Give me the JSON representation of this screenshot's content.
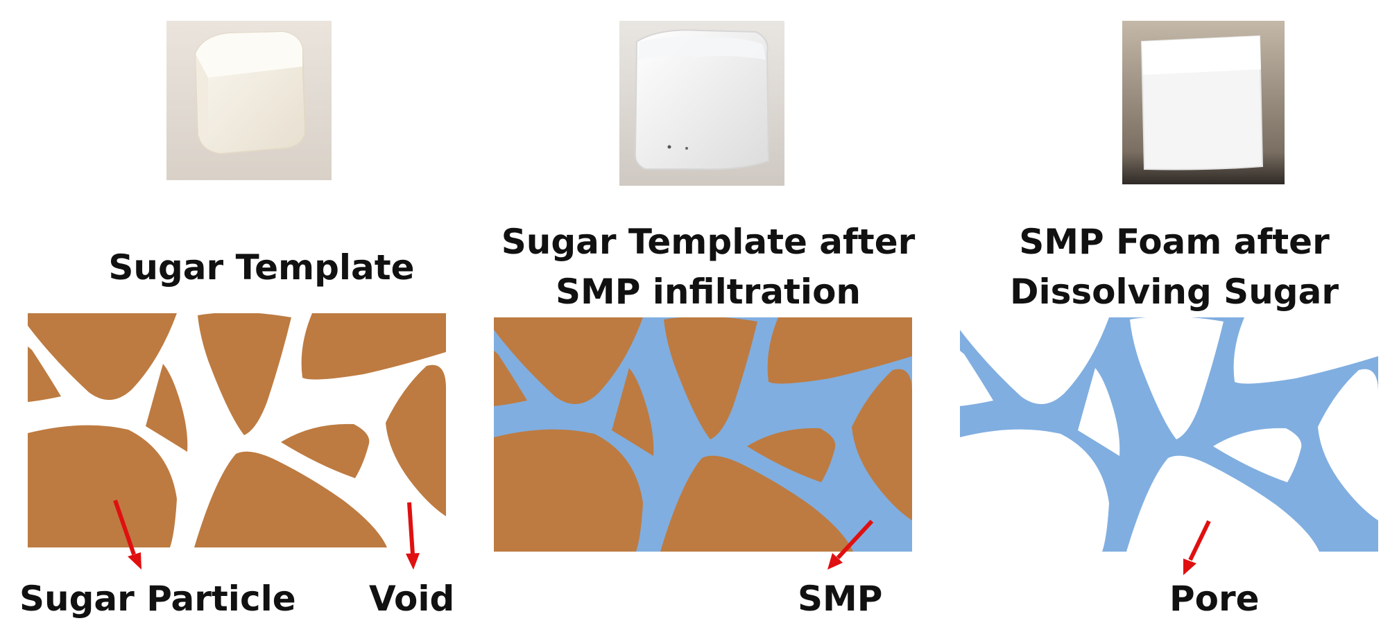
{
  "colors": {
    "sugar": "#bd7b41",
    "smp": "#80aee0",
    "arrow": "#e01010",
    "text": "#111111"
  },
  "panels": [
    {
      "title_lines": [
        "Sugar Template"
      ],
      "photo": "sugar-cube-photo",
      "callouts": [
        "Sugar Particle",
        "Void"
      ]
    },
    {
      "title_lines": [
        "Sugar Template after",
        "SMP infiltration"
      ],
      "photo": "infiltrated-cube-photo",
      "callouts": [
        "SMP"
      ]
    },
    {
      "title_lines": [
        "SMP Foam after",
        "Dissolving Sugar"
      ],
      "photo": "foam-cube-photo",
      "callouts": [
        "Pore"
      ]
    }
  ]
}
